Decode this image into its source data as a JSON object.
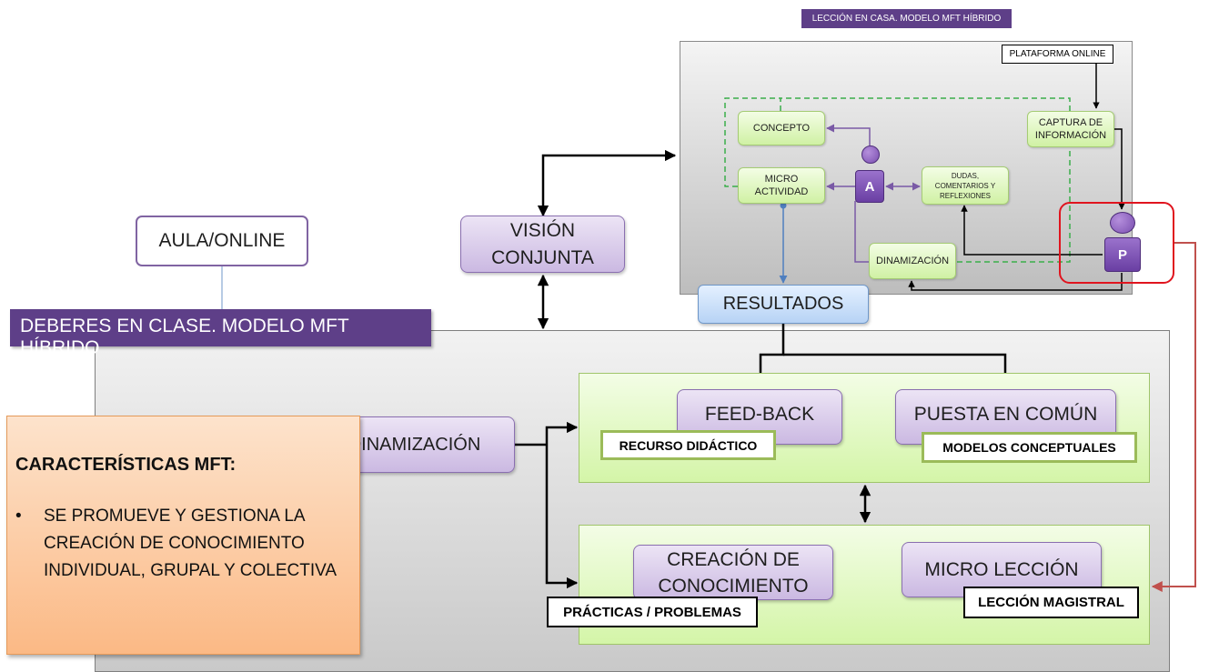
{
  "top_title": "LECCIÓN EN CASA. MODELO MFT HÍBRIDO",
  "bottom_title": "DEBERES EN CLASE. MODELO MFT HÍBRIDO",
  "aula_online": "AULA/ONLINE",
  "vision_conjunta": "VISIÓN CONJUNTA",
  "resultados": "RESULTADOS",
  "online_model": {
    "plataforma": "PLATAFORMA ONLINE",
    "concepto": "CONCEPTO",
    "micro_actividad": "MICRO ACTIVIDAD",
    "dudas": "DUDAS, COMENTARIOS Y REFLEXIONES",
    "captura": "CAPTURA DE INFORMACIÓN",
    "dinamizacion": "DINAMIZACIÓN",
    "alumno_letter": "A",
    "profesor_letter": "P"
  },
  "class_model": {
    "dinamizacion": "DINAMIZACIÓN",
    "feedback": "FEED-BACK",
    "puesta_en_comun": "PUESTA EN COMÚN",
    "recurso_didactico": "RECURSO DIDÁCTICO",
    "modelos_conceptuales": "MODELOS CONCEPTUALES",
    "creacion_conocimiento": "CREACIÓN DE CONOCIMIENTO",
    "micro_leccion": "MICRO LECCIÓN",
    "practicas_problemas": "PRÁCTICAS / PROBLEMAS",
    "leccion_magistral": "LECCIÓN MAGISTRAL"
  },
  "caracteristicas": {
    "title": "CARACTERÍSTICAS MFT:",
    "bullet": "•",
    "item": "SE PROMUEVE Y GESTIONA LA CREACIÓN DE CONOCIMIENTO INDIVIDUAL, GRUPAL Y COLECTIVA"
  },
  "colors": {
    "title_purple": "#5e3f88",
    "highlight_red": "#e0141e",
    "dashed_green": "#3aae4a",
    "arrow_purple": "#7a5aa6",
    "arrow_blue": "#4f7fbf",
    "arrow_red": "#c0504d",
    "orange_box": "#fbc79a"
  }
}
